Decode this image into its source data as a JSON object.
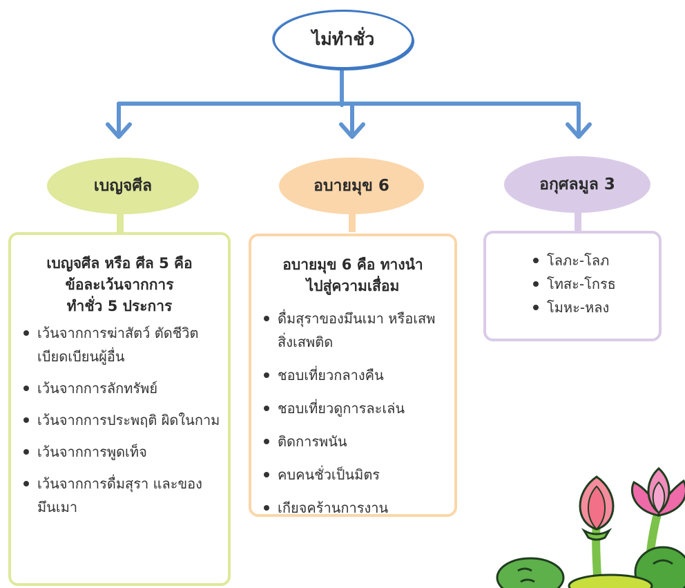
{
  "root": {
    "label": "ไม่ทำชั่ว"
  },
  "branches": [
    {
      "title": "เบญจศีล",
      "color": "#dfe89b",
      "heading_lines": [
        "เบญจศีล หรือ ศีล 5 คือ",
        "ข้อละเว้นจากการ",
        "ทำชั่ว 5 ประการ"
      ],
      "items": [
        "เว้นจากการฆ่าสัตว์ ตัดชีวิต เบียดเบียนผู้อื่น",
        "เว้นจากการลักทรัพย์",
        "เว้นจากการประพฤติ ผิดในกาม",
        "เว้นจากการพูดเท็จ",
        "เว้นจากการดื่มสุรา และของมึนเมา"
      ]
    },
    {
      "title": "อบายมุข 6",
      "color": "#fbd6aa",
      "heading_lines": [
        "อบายมุข 6 คือ ทางนำ",
        "ไปสู่ความเสื่อม"
      ],
      "items": [
        "ดื่มสุราของมึนเมา หรือเสพสิ่งเสพติด",
        "ชอบเที่ยวกลางคืน",
        "ชอบเที่ยวดูการละเล่น",
        "ติดการพนัน",
        "คบคนชั่วเป็นมิตร",
        "เกียจคร้านการงาน"
      ]
    },
    {
      "title": "อกุศลมูล 3",
      "color": "#d9cbe8",
      "items": [
        "โลภะ-โลภ",
        "โทสะ-โกรธ",
        "โมหะ-หลง"
      ]
    }
  ],
  "colors": {
    "connector": "#3f78c3"
  },
  "decoration": {
    "icon": "lotus-flower-icon"
  }
}
